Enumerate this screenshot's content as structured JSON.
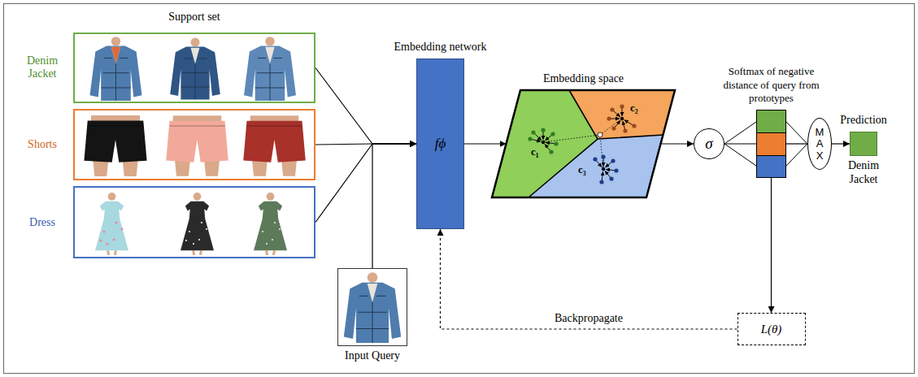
{
  "diagram": {
    "nodes": [
      {
        "text": [
          "Denim Jacket"
        ]
      },
      {
        "text": [
          "Shorts"
        ]
      },
      {
        "text": [
          "Dress"
        ]
      },
      {
        "text": [
          "Input Query"
        ]
      },
      {
        "text": [
          "Embedding network",
          "fϕ"
        ]
      },
      {
        "text": [
          "Embedding space",
          "c₁",
          "c₂",
          "c₃"
        ]
      },
      {
        "text": [
          "σ"
        ]
      },
      {
        "text": [
          "Softmax of negative distance of query from prototypes"
        ]
      },
      {
        "text": [
          "MAX"
        ]
      },
      {
        "text": [
          "Prediction",
          "Denim Jacket"
        ]
      },
      {
        "text": [
          "L(θ)"
        ]
      }
    ],
    "edges": [
      {
        "from": 0,
        "to": 4,
        "arrow": "to"
      },
      {
        "from": 1,
        "to": 4,
        "arrow": "to"
      },
      {
        "from": 2,
        "to": 4,
        "arrow": "to"
      },
      {
        "from": 3,
        "to": 4,
        "arrow": "to"
      },
      {
        "from": 4,
        "to": 5,
        "arrow": "to"
      },
      {
        "from": 5,
        "to": 6,
        "arrow": "to"
      },
      {
        "from": 6,
        "to": 7,
        "arrow": "none"
      },
      {
        "from": 7,
        "to": 8,
        "arrow": "none"
      },
      {
        "from": 8,
        "to": 9,
        "arrow": "to"
      },
      {
        "from": 7,
        "to": 10,
        "arrow": "to"
      },
      {
        "from": 10,
        "to": 4,
        "label": "Backpropagate",
        "arrow": "to"
      }
    ],
    "labels": [
      "Support set"
    ]
  }
}
